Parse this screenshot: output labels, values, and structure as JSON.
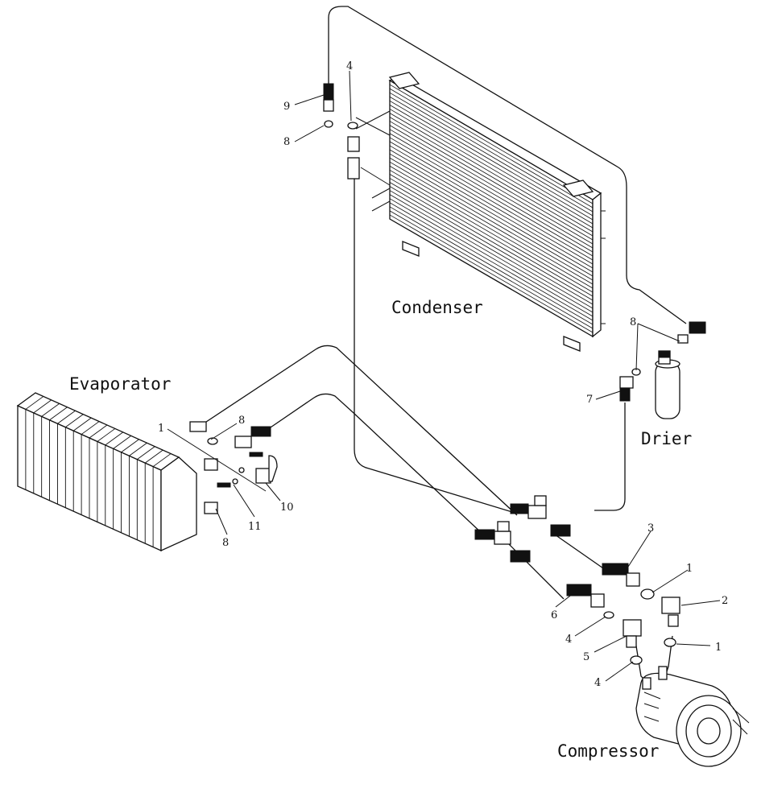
{
  "components": {
    "condenser": "Condenser",
    "evaporator": "Evaporator",
    "drier": "Drier",
    "compressor": "Compressor"
  },
  "callouts": {
    "n9": "9",
    "n4_top": "4",
    "n8_top": "8",
    "n8_drier": "8",
    "n7": "7",
    "n1_evap": "1",
    "n8_evap_top": "8",
    "n11": "11",
    "n10": "10",
    "n8_evap_bottom": "8",
    "n3": "3",
    "n1_right": "1",
    "n2": "2",
    "n6": "6",
    "n4_mid": "4",
    "n5": "5",
    "n1_comp": "1",
    "n4_comp": "4"
  }
}
